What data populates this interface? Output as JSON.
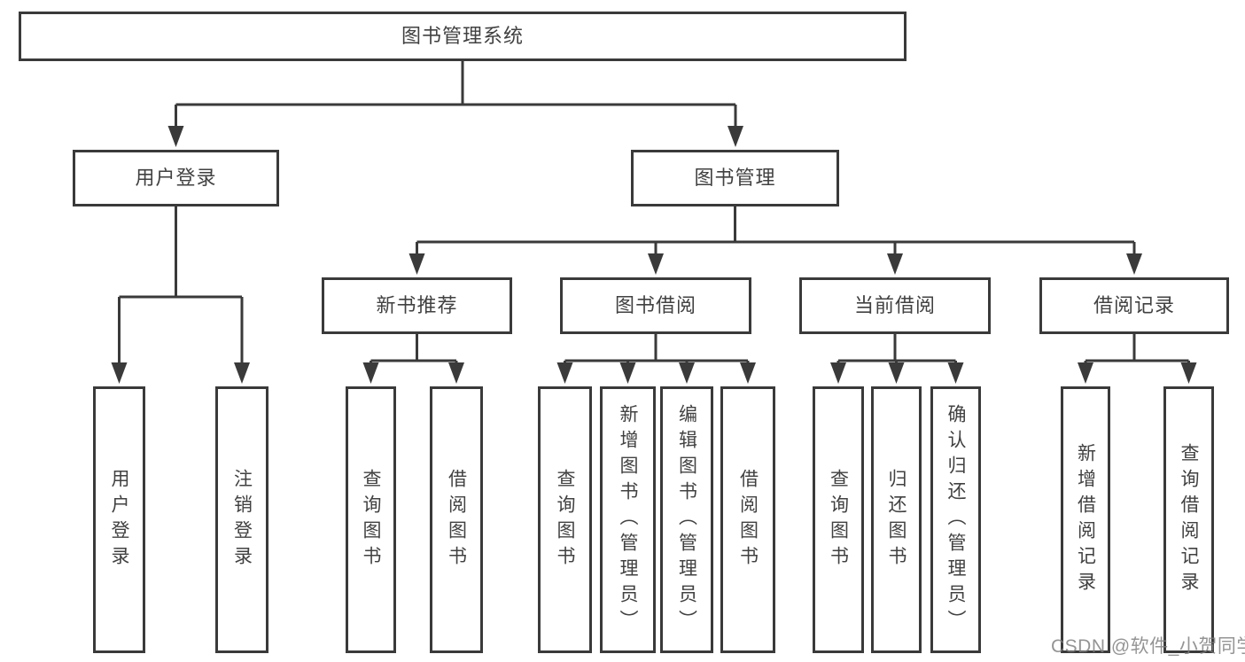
{
  "colors": {
    "line": "#3a3a3a",
    "box_border": "#3a3a3a",
    "text": "#414141",
    "watermark": "#7d7d7d",
    "background": "#ffffff"
  },
  "watermark": {
    "text": "CSDN @软件_小贺同学"
  },
  "tree": {
    "root": {
      "label": "图书管理系统"
    },
    "branches": [
      {
        "label": "用户登录",
        "children": [
          {
            "label": "用户登录"
          },
          {
            "label": "注销登录"
          }
        ]
      },
      {
        "label": "图书管理",
        "children": [
          {
            "label": "新书推荐",
            "children": [
              {
                "label": "查询图书"
              },
              {
                "label": "借阅图书"
              }
            ]
          },
          {
            "label": "图书借阅",
            "children": [
              {
                "label": "查询图书"
              },
              {
                "label": "新增图书（管理员）"
              },
              {
                "label": "编辑图书（管理员）"
              },
              {
                "label": "借阅图书"
              }
            ]
          },
          {
            "label": "当前借阅",
            "children": [
              {
                "label": "查询图书"
              },
              {
                "label": "归还图书"
              },
              {
                "label": "确认归还（管理员）"
              }
            ]
          },
          {
            "label": "借阅记录",
            "children": [
              {
                "label": "新增借阅记录"
              },
              {
                "label": "查询借阅记录"
              }
            ]
          }
        ]
      }
    ]
  }
}
